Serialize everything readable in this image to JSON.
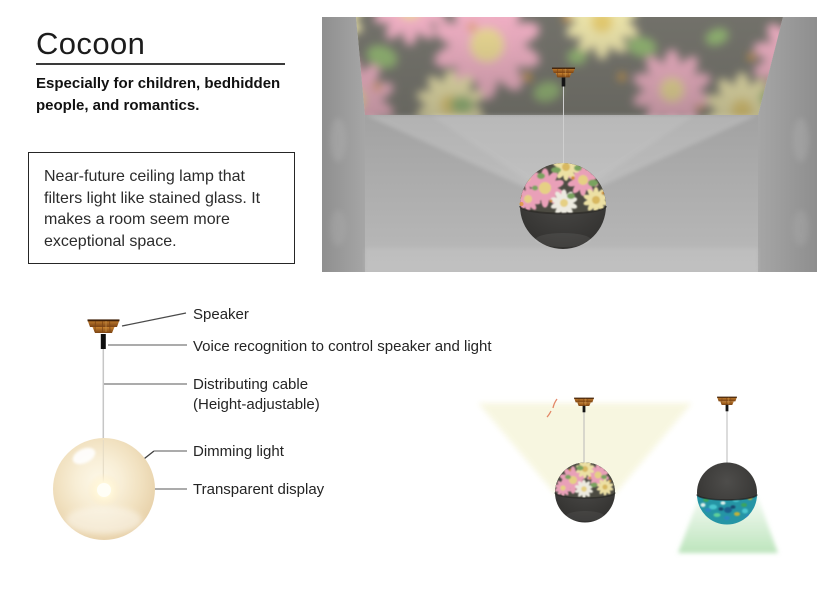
{
  "header": {
    "title": "Cocoon",
    "subtitle": [
      "Especially for children, bedhidden",
      "people, and romantics."
    ]
  },
  "description": {
    "lines": [
      "Near-future ceiling lamp that",
      "filters light like stained glass. It",
      "makes a room seem more",
      "exceptional space."
    ]
  },
  "diagram": {
    "labels": {
      "speaker": "Speaker",
      "voice": "Voice recognition to control speaker and light",
      "cable": "Distributing cable",
      "cable_note": "(Height-adjustable)",
      "dimming": "Dimming light",
      "display": "Transparent display"
    }
  },
  "illustrations": {
    "room": "room-ceiling-projection-illustration",
    "annotated_lamp": "annotated-pendant-lamp-diagram",
    "uplight_lamp": "pendant-lamp-uplight-illustration",
    "downlight_lamp": "pendant-lamp-downlight-illustration"
  },
  "colors": {
    "text": "#1f1f1f",
    "leader_line": "#8f8f8f",
    "wood": "#a9601f",
    "glass_pink": "#e9a0b8",
    "glass_cream": "#ece0a4",
    "glass_green": "#8aaf6e",
    "glass_orange": "#d99434",
    "shade_dark": "#3a3937",
    "glass_teal": "#2f9fae",
    "pearl": "#f0dfbd",
    "cone_warm": "#f6f5dc",
    "cone_green": "#9ed69e",
    "wall_gray": "#a6a6a6"
  }
}
